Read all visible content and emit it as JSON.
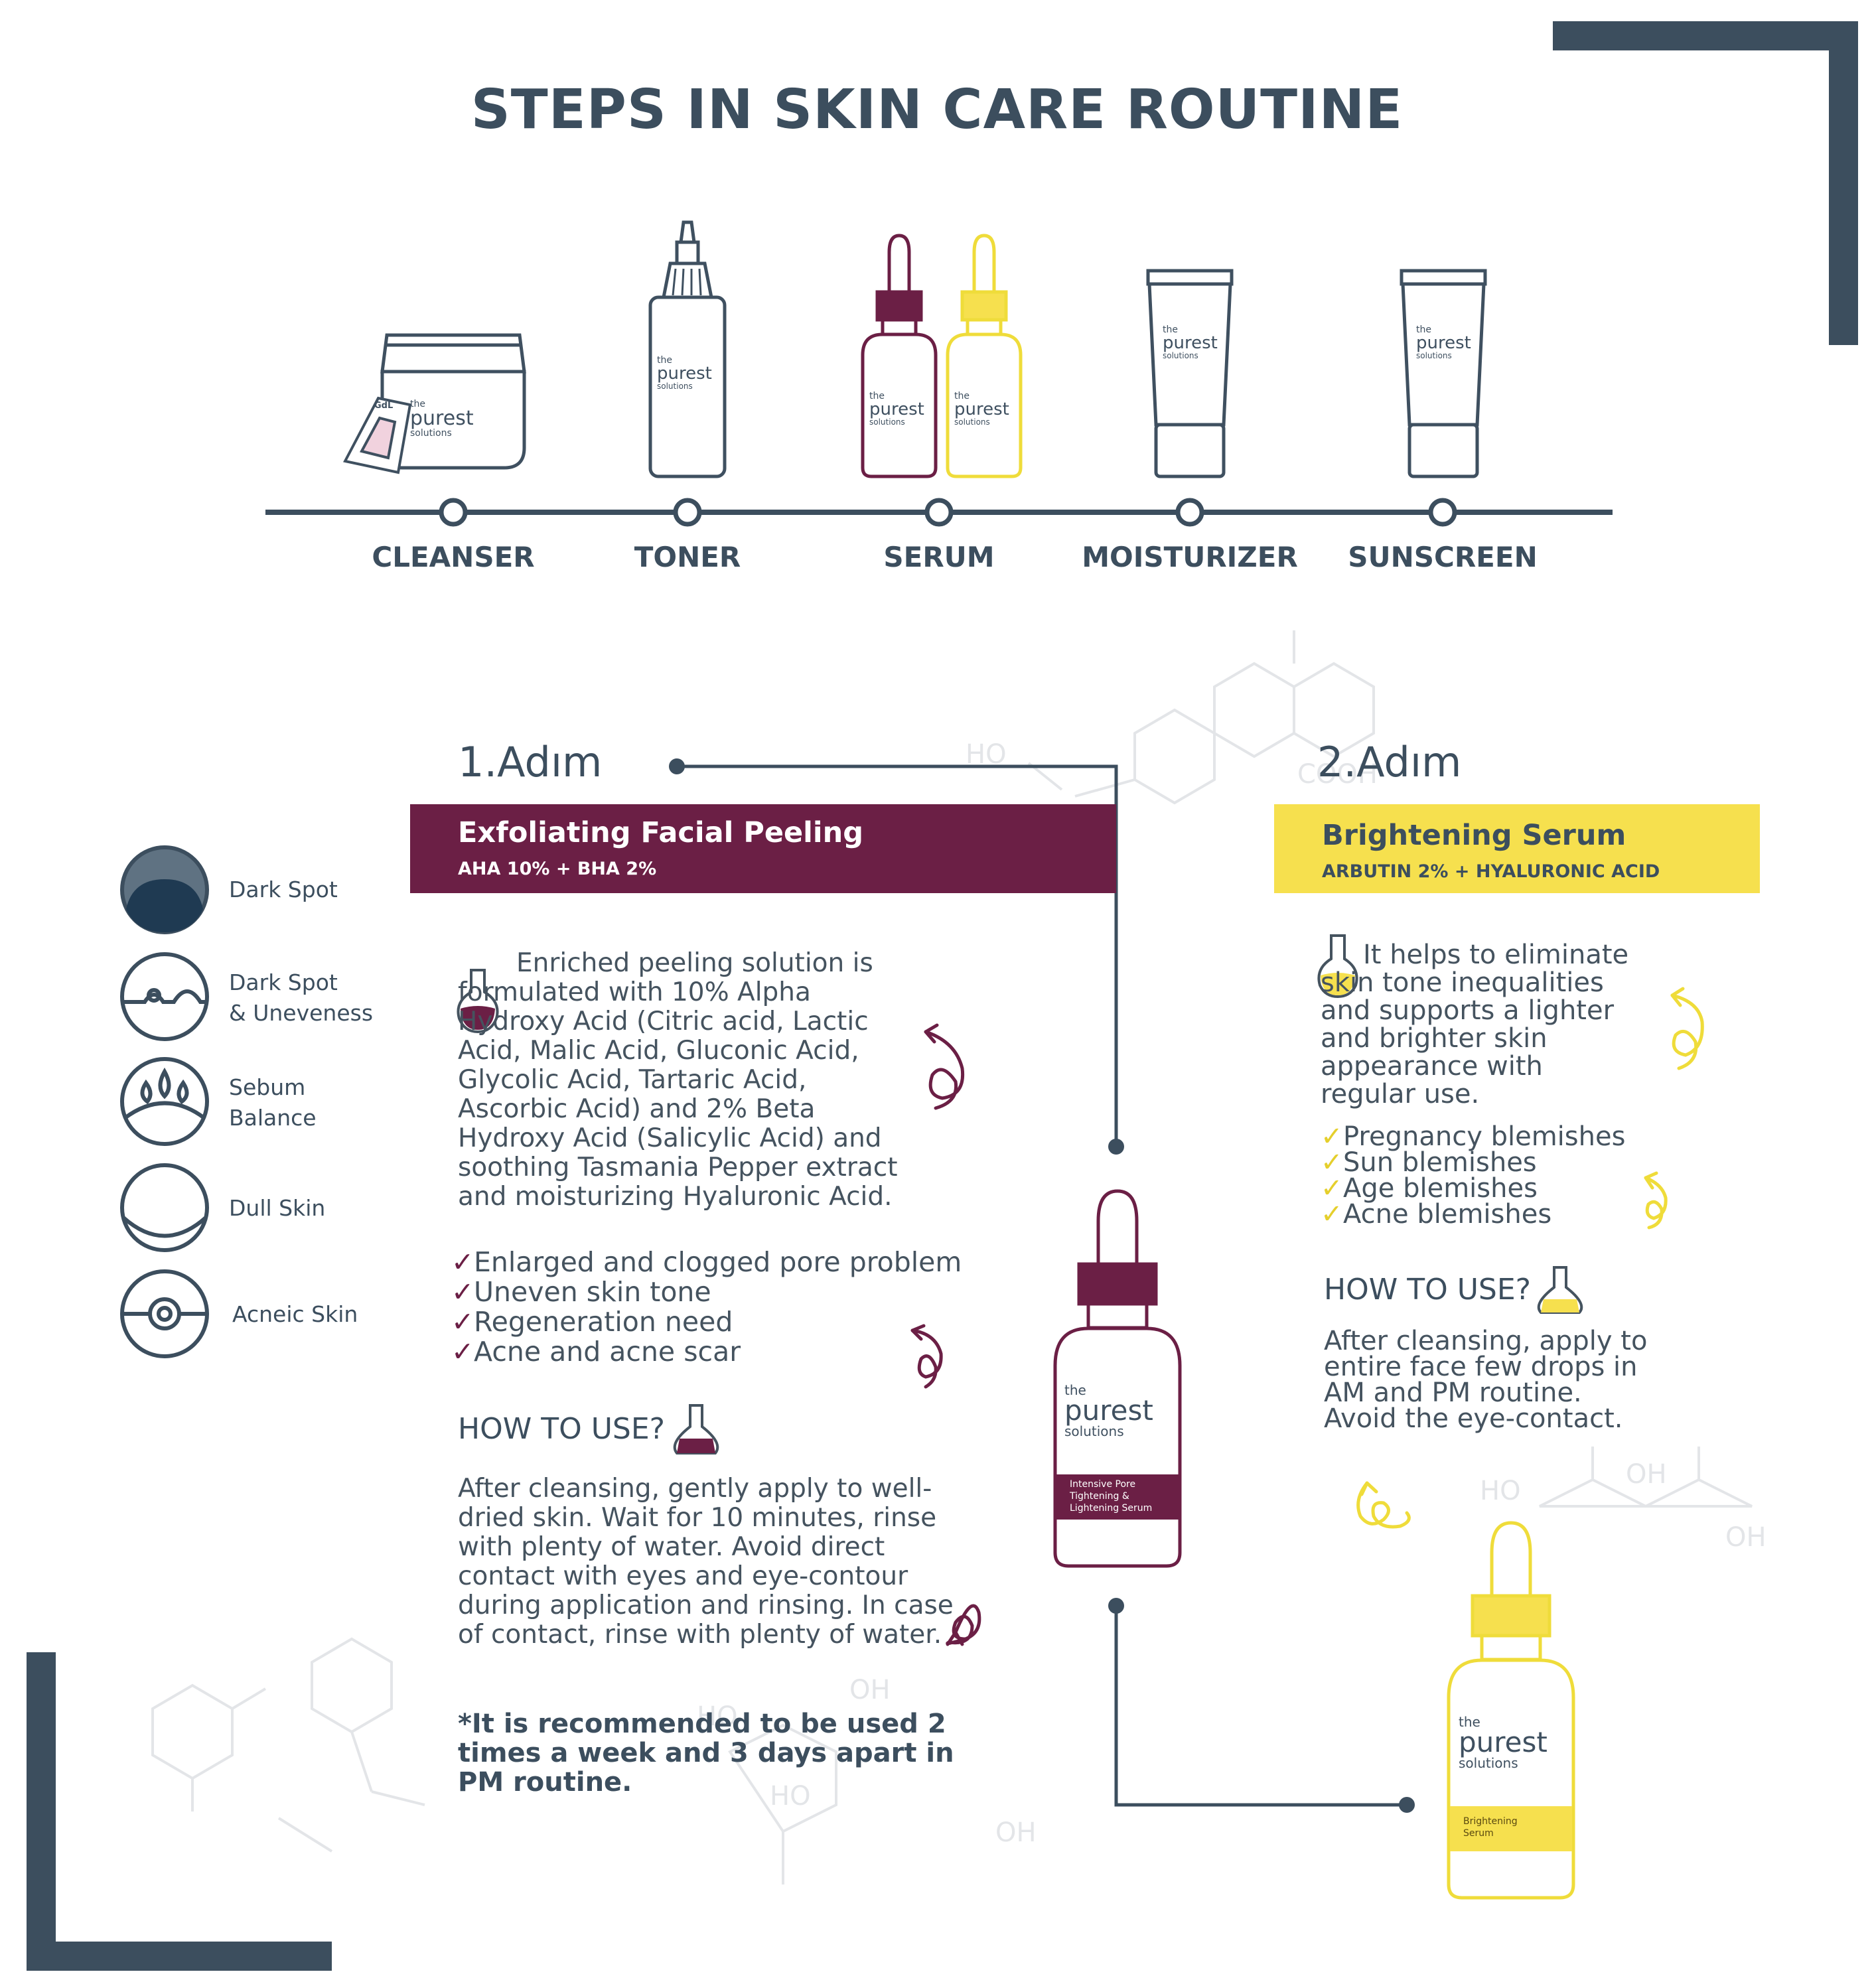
{
  "title": "STEPS IN SKIN CARE ROUTINE",
  "timeline": {
    "steps": [
      {
        "label": "CLEANSER"
      },
      {
        "label": "TONER"
      },
      {
        "label": "SERUM"
      },
      {
        "label": "MOISTURIZER"
      },
      {
        "label": "SUNSCREEN"
      }
    ]
  },
  "brand": {
    "line1": "the",
    "line2": "purest",
    "line3": "solutions"
  },
  "sachet_label": "GdL",
  "legend": {
    "items": [
      {
        "label": "Dark Spot"
      },
      {
        "label": "Dark Spot\n& Uneveness"
      },
      {
        "label": "Sebum\nBalance"
      },
      {
        "label": "Dull Skin"
      },
      {
        "label": "Acneic Skin"
      }
    ]
  },
  "step1": {
    "heading": "1.Adım",
    "product": "Exfoliating Facial Peeling",
    "ingredients": "AHA 10% + BHA 2%",
    "description": "Enriched peeling solution is formulated with 10% Alpha Hydroxy Acid (Citric acid, Lactic Acid, Malic Acid, Gluconic Acid, Glycolic Acid, Tartaric Acid, Ascorbic Acid) and 2% Beta Hydroxy Acid (Salicylic Acid) and soothing Tasmania Pepper extract and moisturizing Hyaluronic Acid.",
    "benefits": [
      "Enlarged and clogged pore problem",
      "Uneven skin tone",
      "Regeneration need",
      "Acne and acne scar"
    ],
    "how_to_use_title": "HOW TO USE?",
    "how_to_use": "After cleansing, gently apply to well-dried skin. Wait for 10 minutes, rinse with plenty of water. Avoid direct contact with eyes and eye-contour during application and rinsing. In case of contact, rinse with plenty of water.",
    "note": "*It is recommended to be used 2 times a week and 3 days apart in PM routine.",
    "bottle_label": "Intensive Pore\nTightening &\nLightening Serum"
  },
  "step2": {
    "heading": "2.Adım",
    "product": "Brightening Serum",
    "ingredients": "ARBUTIN 2% + HYALURONIC ACID",
    "description": "It helps to eliminate skin tone inequalities and supports a lighter and brighter skin appearance with regular use.",
    "benefits": [
      "Pregnancy blemishes",
      "Sun blemishes",
      "Age blemishes",
      "Acne blemishes"
    ],
    "how_to_use_title": "HOW TO USE?",
    "how_to_use": "After cleansing, apply to entire face few drops in AM and PM routine. Avoid the eye-contact.",
    "bottle_label": "Brightening\nSerum"
  },
  "colors": {
    "navy": "#3c4e5e",
    "burgundy": "#6b1f45",
    "yellow": "#f6e04e",
    "light_gray": "#e6e8ea"
  },
  "icons": {
    "flask": "flask-icon",
    "check": "check-icon",
    "swirl": "swirl-icon"
  }
}
